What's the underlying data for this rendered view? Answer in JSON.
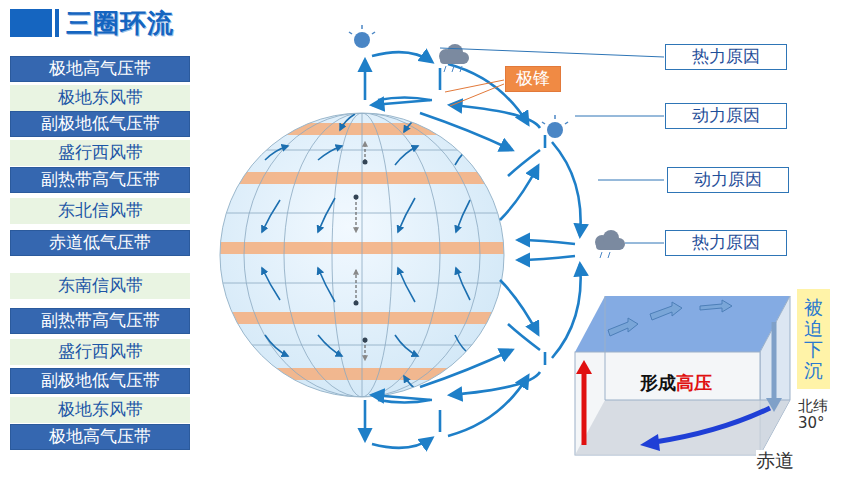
{
  "diagram": {
    "title": "三圈环流",
    "nodes": [
      {
        "text": [
          "极地高气压带"
        ]
      },
      {
        "text": [
          "极地东风带"
        ]
      },
      {
        "text": [
          "副极地低气压带"
        ]
      },
      {
        "text": [
          "盛行西风带"
        ]
      },
      {
        "text": [
          "副热带高气压带"
        ]
      },
      {
        "text": [
          "东北信风带"
        ]
      },
      {
        "text": [
          "赤道低气压带"
        ]
      },
      {
        "text": [
          "东南信风带"
        ]
      },
      {
        "text": [
          "副热带高气压带"
        ]
      },
      {
        "text": [
          "盛行西风带"
        ]
      },
      {
        "text": [
          "副极地低气压带"
        ]
      },
      {
        "text": [
          "极地东风带"
        ]
      },
      {
        "text": [
          "极地高气压带"
        ]
      },
      {
        "text": [
          "极锋"
        ]
      },
      {
        "text": [
          "热力原因"
        ]
      },
      {
        "text": [
          "动力原因"
        ]
      },
      {
        "text": [
          "动力原因"
        ]
      },
      {
        "text": [
          "热力原因"
        ]
      },
      {
        "text": [
          "被迫下沉"
        ]
      }
    ],
    "labels": [
      "形成",
      "高压",
      "北纬 30°",
      "赤道"
    ]
  }
}
